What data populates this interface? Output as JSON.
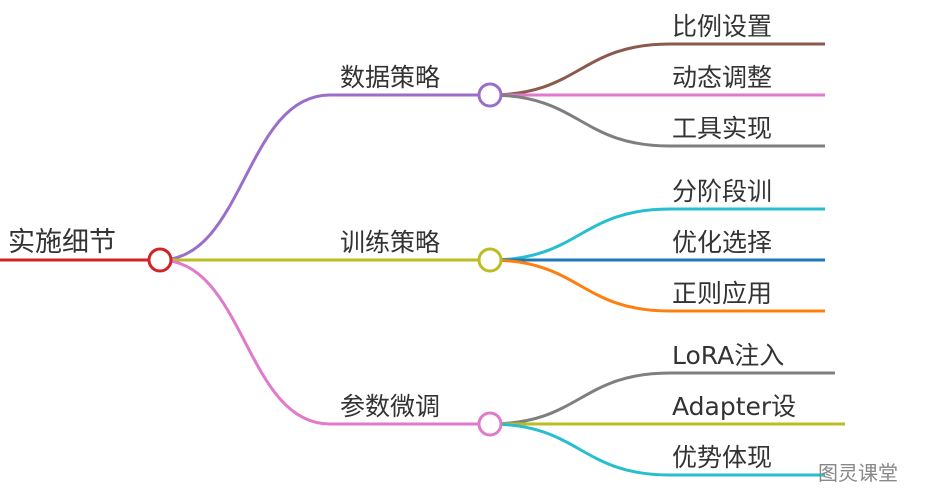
{
  "root": {
    "label": "实施细节",
    "color": "#d2232a"
  },
  "branches": [
    {
      "label": "数据策略",
      "color": "#9b6ec9",
      "leaves": [
        {
          "label": "比例设置",
          "color": "#8b5a4e"
        },
        {
          "label": "动态调整",
          "color": "#e07acb"
        },
        {
          "label": "工具实现",
          "color": "#7f7f7f"
        }
      ]
    },
    {
      "label": "训练策略",
      "color": "#bcbd22",
      "leaves": [
        {
          "label": "分阶段训",
          "color": "#27bfcf"
        },
        {
          "label": "优化选择",
          "color": "#1f77b4"
        },
        {
          "label": "正则应用",
          "color": "#ff7f0e"
        }
      ]
    },
    {
      "label": "参数微调",
      "color": "#e07acb",
      "leaves": [
        {
          "label": "LoRA注入",
          "color": "#7f7f7f"
        },
        {
          "label": "Adapter设",
          "color": "#bcbd22"
        },
        {
          "label": "优势体现",
          "color": "#27bfcf"
        }
      ]
    }
  ],
  "watermark": "图灵课堂"
}
